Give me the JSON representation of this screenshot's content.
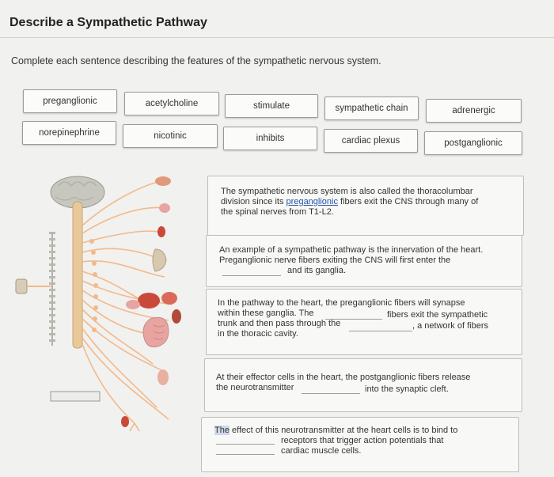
{
  "header": {
    "title": "Describe a Sympathetic Pathway",
    "instruction": "Complete each sentence describing the features of the sympathetic nervous system."
  },
  "word_bank": {
    "row1": [
      "preganglionic",
      "acetylcholine",
      "stimulate",
      "sympathetic chain",
      "adrenergic"
    ],
    "row2": [
      "norepinephrine",
      "nicotinic",
      "inhibits",
      "cardiac plexus",
      "postganglionic"
    ]
  },
  "sentences": {
    "s1": {
      "line1": "The sympathetic nervous system is also called the thoracolumbar",
      "line2_a": "division since its ",
      "line2_link": "preganglionic",
      "line2_b": " fibers exit the CNS through many of",
      "line3": "the spinal nerves from T1-L2."
    },
    "s2": {
      "line1": "An example of a sympathetic pathway is the innervation of the heart.",
      "line2": "Preganglionic nerve fibers exiting the CNS will first enter the",
      "line3": "and its ganglia."
    },
    "s3": {
      "line1": "In the pathway to the heart, the preganglionic fibers will synapse",
      "line2_a": "within these ganglia. The",
      "line2_b": "fibers exit the sympathetic",
      "line3_a": "trunk and then pass through the",
      "line3_b": ", a network of fibers",
      "line4": "in the thoracic cavity."
    },
    "s4": {
      "line1": "At their effector cells in the heart, the postganglionic fibers release",
      "line2_a": "the neurotransmitter",
      "line2_b": "into the synaptic cleft."
    },
    "s5": {
      "line1_hl": "The",
      "line1_b": " effect of this neurotransmitter at the heart cells is to bind to",
      "line2": "receptors that trigger action potentials that",
      "line3": "cardiac muscle cells."
    }
  },
  "colors": {
    "nerve": "#f2b98a",
    "spine": "#e9c99a",
    "brain": "#c7c7c0",
    "organ_red": "#c94a3a",
    "organ_pink": "#e7a4a0"
  },
  "figure_icon": "sympathetic-nervous-system-diagram"
}
